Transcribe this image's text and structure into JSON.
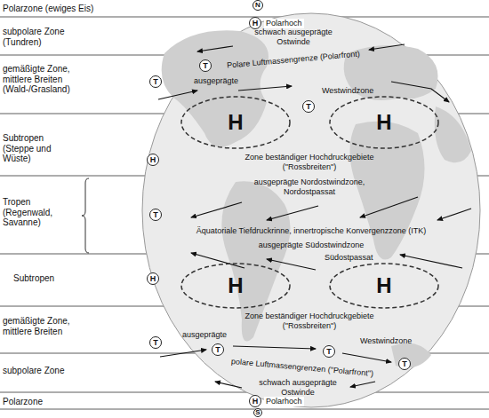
{
  "diagram": {
    "nodes": [
      {
        "text": [
          "N"
        ]
      },
      {
        "text": [
          "H"
        ]
      },
      {
        "text": [
          "T"
        ]
      },
      {
        "text": [
          "T"
        ]
      },
      {
        "text": [
          "T"
        ]
      },
      {
        "text": [
          "H"
        ]
      },
      {
        "text": [
          "H"
        ]
      },
      {
        "text": [
          "H"
        ]
      },
      {
        "text": [
          "T"
        ]
      },
      {
        "text": [
          "H"
        ]
      },
      {
        "text": [
          "H"
        ]
      },
      {
        "text": [
          "H"
        ]
      },
      {
        "text": [
          "T"
        ]
      },
      {
        "text": [
          "T"
        ]
      },
      {
        "text": [
          "T"
        ]
      },
      {
        "text": [
          "T"
        ]
      },
      {
        "text": [
          "H"
        ]
      },
      {
        "text": [
          "S"
        ]
      }
    ],
    "labels": [
      "Polarzone (ewiges Eis)",
      "Polarhoch",
      "subpolare Zone (Tundren)",
      "schwach ausgeprägte Ostwinde",
      "Polare Luftmassengrenze (Polarfront)",
      "gemäßigte Zone, mittlere Breiten (Wald-/Grasland)",
      "ausgeprägte",
      "Westwindzone",
      "Subtropen (Steppe und Wüste)",
      "Zone beständiger Hochdruckgebiete (\"Rossbreiten\")",
      "ausgeprägte Nordostwindzone, Nordostpassat",
      "Tropen (Regenwald, Savanne)",
      "Äquatoriale Tiefdruckrinne, innertropische Konvergenzzone (ITK)",
      "ausgeprägte Südostwindzone",
      "Südostpassat",
      "Subtropen",
      "Zone beständiger Hochdruckgebiete (\"Rossbreiten\")",
      "gemäßigte Zone, mittlere Breiten",
      "ausgeprägte",
      "Westwindzone",
      "subpolare Zone",
      "polare Luftmassengrenzen (\"Polarfront\")",
      "schwach ausgeprägte Ostwinde",
      "Polarzone",
      "Polarhoch"
    ]
  }
}
